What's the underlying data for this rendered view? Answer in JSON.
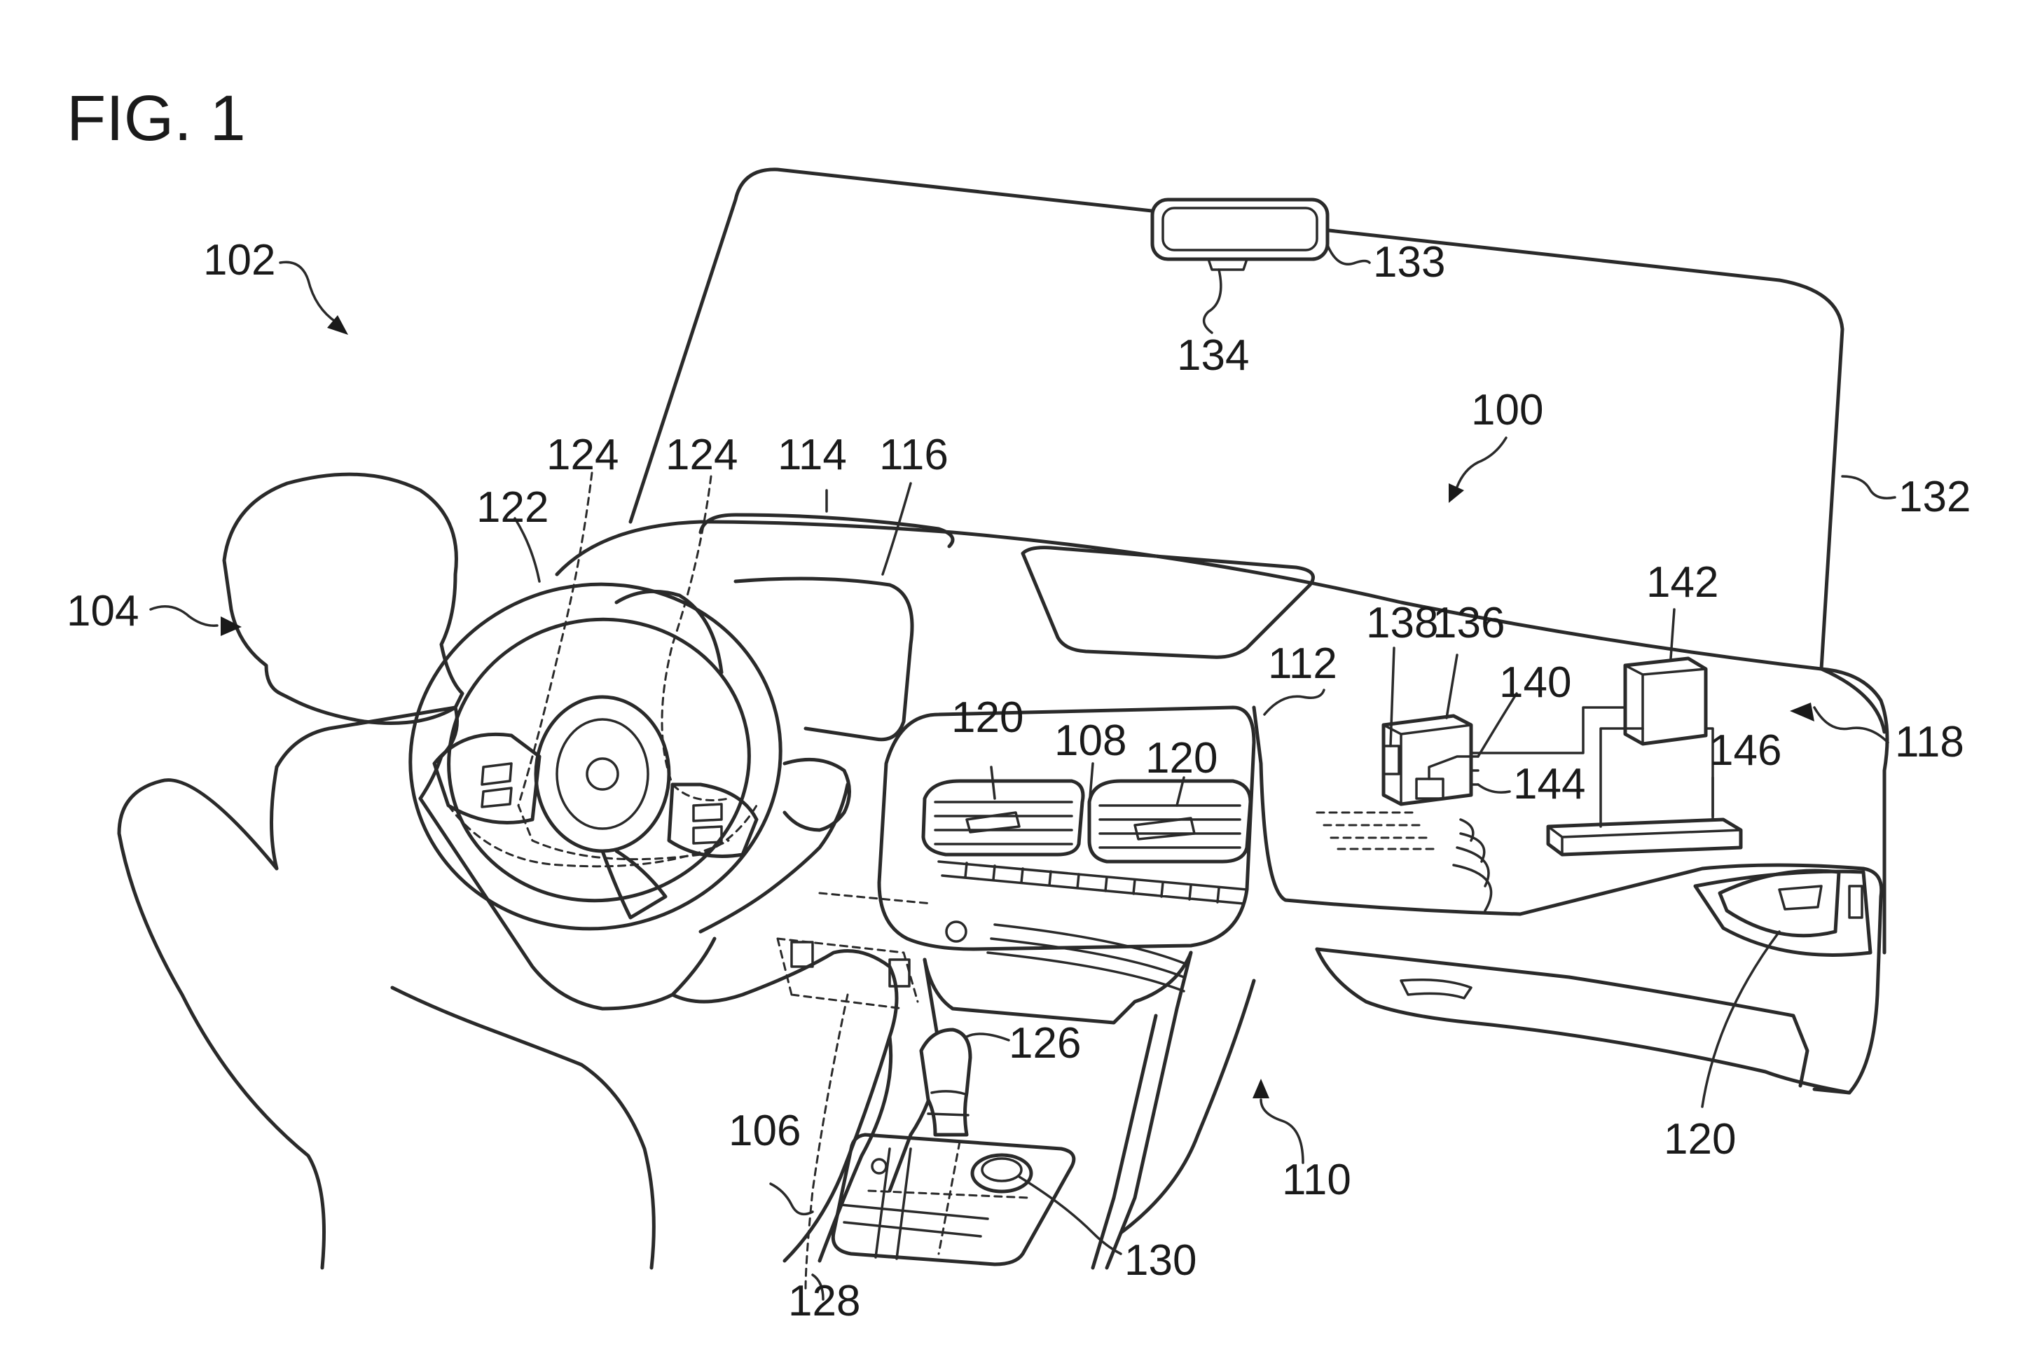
{
  "figure": {
    "title": "FIG. 1",
    "labels": {
      "l100": "100",
      "l102": "102",
      "l104": "104",
      "l106": "106",
      "l108": "108",
      "l110": "110",
      "l112": "112",
      "l114": "114",
      "l116": "116",
      "l118": "118",
      "l120a": "120",
      "l120b": "120",
      "l120c": "120",
      "l122": "122",
      "l124a": "124",
      "l124b": "124",
      "l126": "126",
      "l128": "128",
      "l130": "130",
      "l132": "132",
      "l133": "133",
      "l134": "134",
      "l136": "136",
      "l138": "138",
      "l140": "140",
      "l142": "142",
      "l144": "144",
      "l146": "146"
    }
  }
}
